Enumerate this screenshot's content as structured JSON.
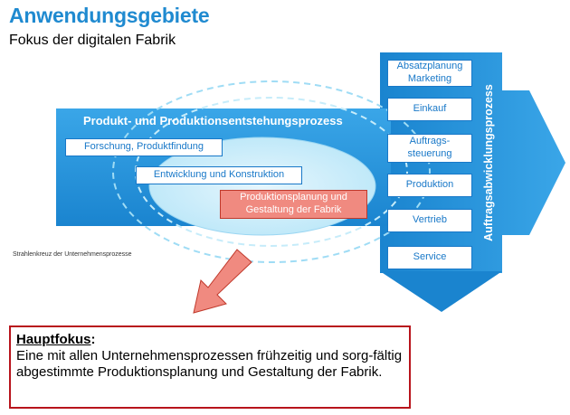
{
  "header": {
    "title": "Anwendungsgebiete",
    "subtitle": "Fokus der digitalen Fabrik"
  },
  "diagram": {
    "band_label": "Produkt- und Produktionsentstehungsprozess",
    "vertical_label": "Auftragsabwicklungsprozess",
    "caption": "Strahlenkreuz der Unternehmensprozesse",
    "left_boxes": [
      {
        "label": "Forschung, Produktfindung"
      },
      {
        "label": "Entwicklung und Konstruktion"
      }
    ],
    "highlight_box": "Produktionsplanung und Gestaltung der Fabrik",
    "right_boxes": [
      {
        "label": "Absatzplanung Marketing"
      },
      {
        "label": "Einkauf"
      },
      {
        "label": "Auftrags-steuerung"
      },
      {
        "label": "Produktion"
      },
      {
        "label": "Vertrieb"
      },
      {
        "label": "Service"
      }
    ]
  },
  "focus": {
    "heading": "Hauptfokus",
    "text": "Eine mit allen Unternehmensprozessen frühzeitig und sorg-fältig abgestimmte Produktionsplanung und Gestaltung der Fabrik."
  },
  "colors": {
    "blue": "#1a8fd8",
    "highlight": "#f08a80",
    "focus_border": "#b8141c"
  }
}
